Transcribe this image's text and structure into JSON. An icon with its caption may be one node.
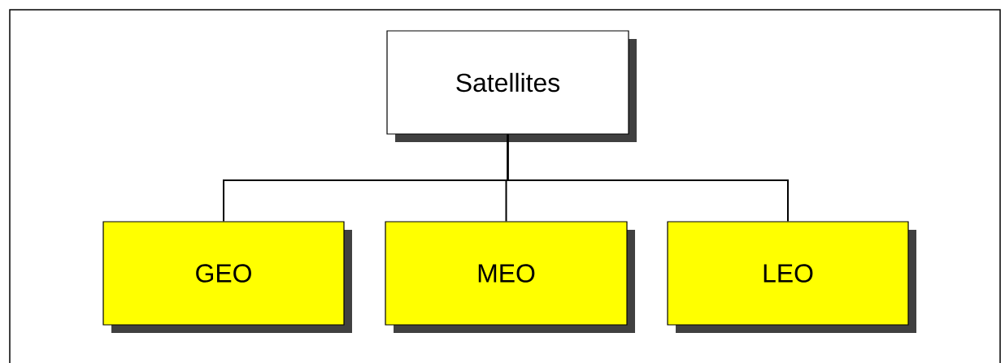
{
  "diagram": {
    "nodes": [
      {
        "text": [
          "Satellites"
        ]
      },
      {
        "text": [
          "GEO"
        ]
      },
      {
        "text": [
          "MEO"
        ]
      },
      {
        "text": [
          "LEO"
        ]
      }
    ],
    "edges": [
      {
        "from": 0,
        "to": 1,
        "arrow": "none"
      },
      {
        "from": 0,
        "to": 2,
        "arrow": "none"
      },
      {
        "from": 0,
        "to": 3,
        "arrow": "none"
      }
    ]
  }
}
